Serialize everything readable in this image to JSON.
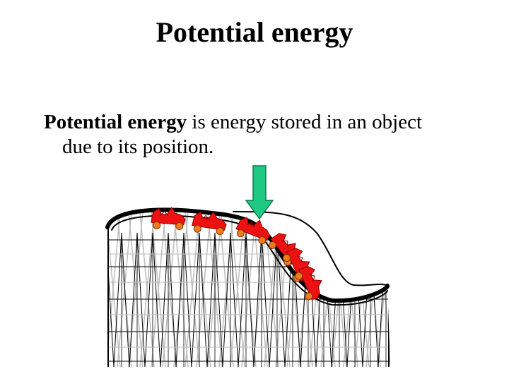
{
  "slide": {
    "title": "Potential energy",
    "definition": {
      "term": "Potential energy",
      "rest_line1": "is energy stored in an object",
      "rest_line2": "due to its position."
    }
  },
  "illustration": {
    "subject": "roller-coaster",
    "arrow_color": "#1fc983",
    "arrow_border": "#0f7a4e",
    "car_color": "#ee1111",
    "wheel_color": "#f07a1e",
    "track_color": "#000000",
    "structure_color": "#bdbdbd"
  }
}
